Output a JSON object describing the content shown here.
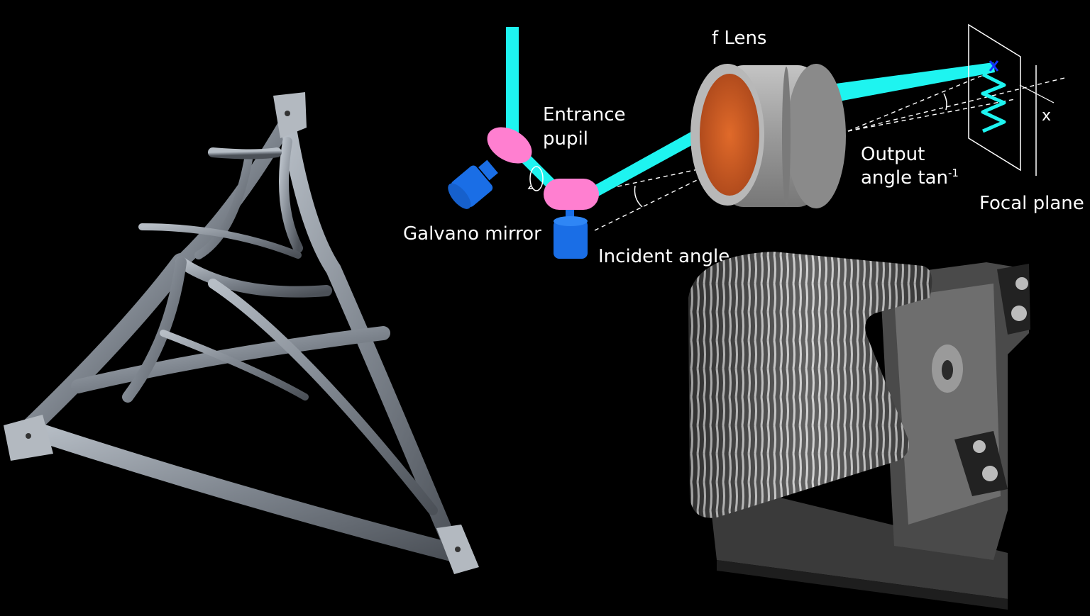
{
  "labels": {
    "f_lens": "f Lens",
    "entrance_pupil_line1": "Entrance",
    "entrance_pupil_line2": "pupil",
    "galvano_mirror": "Galvano mirror",
    "incident_angle": "Incident angle",
    "output_angle_line1": "Output",
    "output_angle_line2": "angle tan",
    "output_angle_superscript": "-1",
    "focal_plane": "Focal plane",
    "x_marker": "x"
  },
  "colors": {
    "background": "#000000",
    "laser_beam": "#1ef4f0",
    "mirror": "#ff7fd0",
    "motor": "#1a6ee6",
    "lens_glass": "#d05a20",
    "lens_body": "#9c9c9c",
    "metal_part": "#8e949c"
  },
  "icons": {
    "bracket_part": "topology-optimized-bracket-photo",
    "heat_exchanger_part": "finned-heat-exchanger-photo"
  }
}
